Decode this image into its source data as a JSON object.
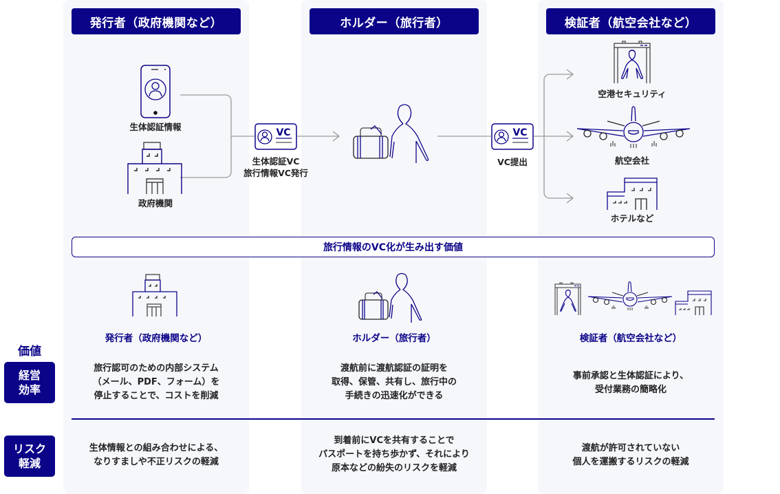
{
  "headers": {
    "issuer": "発行者（政府機関など）",
    "holder": "ホルダー（旅行者）",
    "verifier": "検証者（航空会社など）"
  },
  "flow": {
    "issuer_items": [
      {
        "icon": "smartphone-icon",
        "label": "生体認証情報"
      },
      {
        "icon": "government-building-icon",
        "label": "政府機関"
      }
    ],
    "issue_card": {
      "icon": "vc-card-icon",
      "badge": "VC",
      "label_line1": "生体認証VC",
      "label_line2": "旅行情報VC発行"
    },
    "holder_item": {
      "icon": "traveler-with-luggage-icon"
    },
    "present_card": {
      "icon": "vc-card-icon",
      "badge": "VC",
      "label": "VC提出"
    },
    "verifier_items": [
      {
        "icon": "security-gate-icon",
        "label": "空港セキュリティ"
      },
      {
        "icon": "airplane-icon",
        "label": "航空会社"
      },
      {
        "icon": "hotel-icon",
        "label": "ホテルなど"
      }
    ]
  },
  "banner": "旅行情報のVC化が生み出す価値",
  "value_section": {
    "title": "価値",
    "rows": [
      {
        "label_line1": "経営",
        "label_line2": "効率"
      },
      {
        "label_line1": "リスク",
        "label_line2": "軽減"
      }
    ]
  },
  "columns": [
    {
      "subtitle": "発行者（政府機関など）",
      "efficiency": [
        "旅行認可のための内部システム",
        "（メール、PDF、フォーム）を",
        "停止することで、コストを削減"
      ],
      "risk": [
        "生体情報との組み合わせによる、",
        "なりすましや不正リスクの軽減"
      ]
    },
    {
      "subtitle": "ホルダー（旅行者）",
      "efficiency": [
        "渡航前に渡航認証の証明を",
        "取得、保管、共有し、旅行中の",
        "手続きの迅速化ができる"
      ],
      "risk": [
        "到着前にVCを共有することで",
        "パスポートを持ち歩かず、それにより",
        "原本などの紛失のリスクを軽減"
      ]
    },
    {
      "subtitle": "検証者（航空会社など）",
      "efficiency": [
        "事前承認と生体認証により、",
        "受付業務の簡略化"
      ],
      "risk": [
        "渡航が許可されていない",
        "個人を運搬するリスクの軽減"
      ]
    }
  ],
  "colors": {
    "primary": "#0b0388",
    "column_bg": "#f6f7fb",
    "connector": "#9a9a9a"
  }
}
